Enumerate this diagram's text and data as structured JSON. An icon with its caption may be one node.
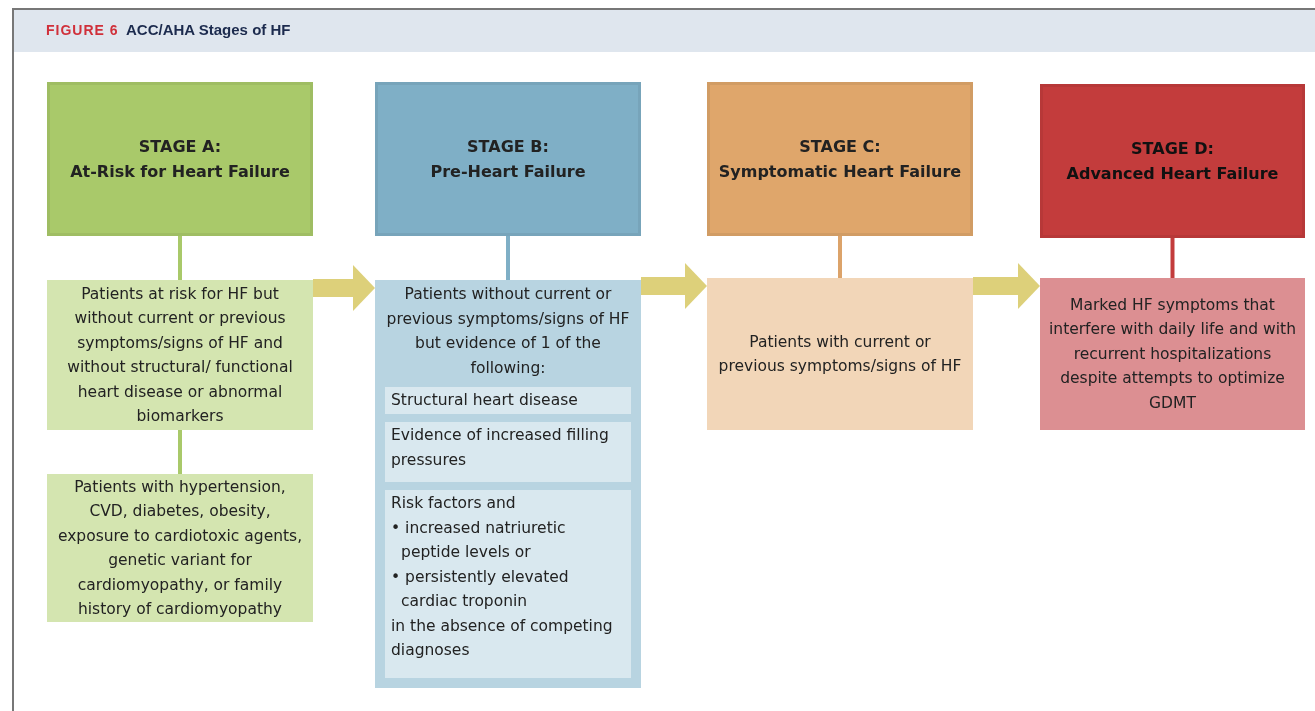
{
  "diagram": {
    "title": "ACC/AHA Stages of HF",
    "nodes": [
      {
        "text": [
          "STAGE A:",
          "At-Risk for Heart Failure"
        ]
      },
      {
        "text": [
          "Patients at risk for HF but without current or previous symptoms/signs of HF and without structural/ functional heart disease or abnormal biomarkers"
        ]
      },
      {
        "text": [
          "Patients with hypertension, CVD, diabetes, obesity, exposure to cardiotoxic agents, genetic variant for cardiomyopathy, or family history of cardiomyopathy"
        ]
      },
      {
        "text": [
          "STAGE B:",
          "Pre-Heart Failure"
        ]
      },
      {
        "text": [
          "Patients without current or previous symptoms/signs of HF but evidence of 1 of the following:"
        ]
      },
      {
        "text": [
          "Structural heart disease"
        ],
        "in": 4
      },
      {
        "text": [
          "Evidence of increased filling pressures"
        ],
        "in": 4
      },
      {
        "text": [
          "Risk factors and",
          "• increased natriuretic peptide levels or",
          "• persistently elevated cardiac troponin",
          "in the absence of competing diagnoses"
        ],
        "in": 4
      },
      {
        "text": [
          "STAGE C:",
          "Symptomatic Heart Failure"
        ]
      },
      {
        "text": [
          "Patients with current or previous symptoms/signs of HF"
        ]
      },
      {
        "text": [
          "STAGE D:",
          "Advanced Heart Failure"
        ]
      },
      {
        "text": [
          "Marked HF symptoms that interfere with daily life and with recurrent hospitalizations despite attempts to optimize GDMT"
        ]
      }
    ],
    "edges": [
      {
        "from": 0,
        "to": 1,
        "arrow": "none",
        "color": "#a9c96a"
      },
      {
        "from": 1,
        "to": 2,
        "arrow": "none",
        "color": "#a9c96a"
      },
      {
        "from": 3,
        "to": 4,
        "arrow": "none",
        "color": "#7fafc6"
      },
      {
        "from": 8,
        "to": 9,
        "arrow": "none",
        "color": "#dca36a"
      },
      {
        "from": 10,
        "to": 11,
        "arrow": "none",
        "color": "#c33c3c"
      },
      {
        "from": 1,
        "to": 4,
        "arrow": "to",
        "style": "thick",
        "color": "#ddd07a"
      },
      {
        "from": 4,
        "to": 9,
        "arrow": "to",
        "style": "thick",
        "color": "#ddd07a"
      },
      {
        "from": 9,
        "to": 11,
        "arrow": "to",
        "style": "thick",
        "color": "#ddd07a"
      }
    ],
    "labels": [
      "FIGURE 6"
    ]
  }
}
